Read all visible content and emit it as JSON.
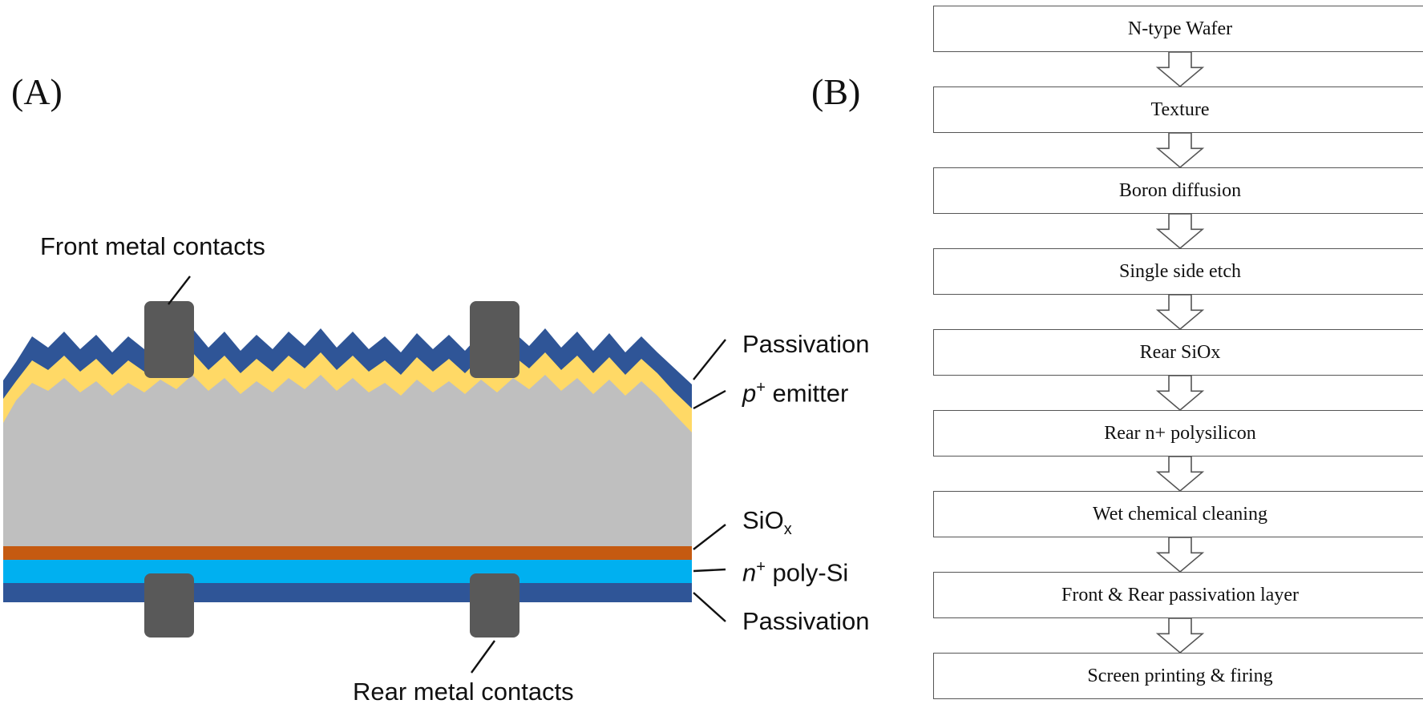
{
  "panel_a": {
    "letter": "(A)",
    "labels": {
      "front_contacts": "Front metal contacts",
      "passivation_top": "Passivation",
      "emitter_prefix": "p",
      "emitter_sup": "+",
      "emitter_suffix": " emitter",
      "siox_base": "SiO",
      "siox_sub": "x",
      "poly_prefix": "n",
      "poly_sup": "+",
      "poly_suffix": " poly-Si",
      "passivation_bottom": "Passivation",
      "rear_contacts": "Rear metal contacts"
    },
    "colors": {
      "passivation": "#2f5597",
      "emitter": "#ffd966",
      "wafer": "#bfbfbf",
      "siox": "#c55a11",
      "poly": "#00b0f0",
      "contact": "#595959"
    }
  },
  "panel_b": {
    "letter": "(B)",
    "steps": [
      "N-type Wafer",
      "Texture",
      "Boron diffusion",
      "Single side etch",
      "Rear SiOx",
      "Rear n+ polysilicon",
      "Wet chemical cleaning",
      "Front & Rear passivation layer",
      "Screen printing & firing"
    ]
  }
}
